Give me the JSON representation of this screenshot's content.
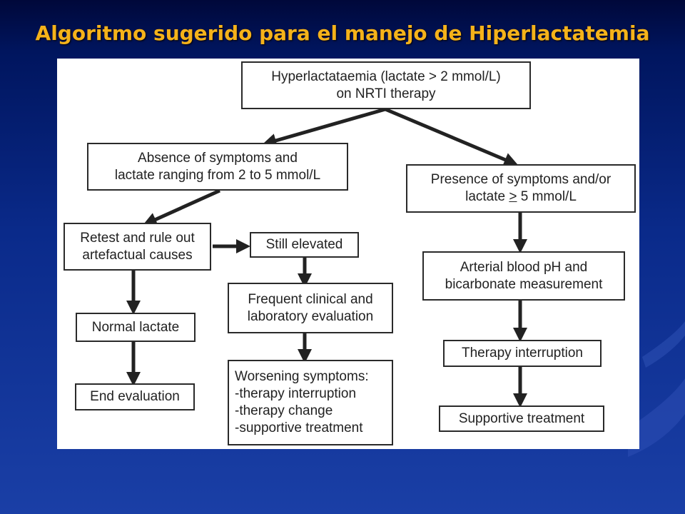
{
  "title": "Algoritmo sugerido para el manejo de Hiperlactatemia",
  "colors": {
    "title": "#f5b21a",
    "background": "#0a2a8a",
    "panel": "#ffffff",
    "border": "#2a2a2a"
  },
  "nodes": {
    "root": {
      "line1": "Hyperlactataemia (lactate > 2 mmol/L)",
      "line2": "on NRTI therapy"
    },
    "absence": {
      "line1": "Absence of symptoms and",
      "line2": "lactate ranging from 2 to 5 mmol/L"
    },
    "presence": {
      "line1": "Presence of symptoms and/or",
      "line2_prefix": "lactate ",
      "line2_sym": ">",
      "line2_suffix": " 5 mmol/L"
    },
    "retest": {
      "line1": "Retest and rule out",
      "line2": "artefactual causes"
    },
    "still": {
      "line1": "Still elevated"
    },
    "frequent": {
      "line1": "Frequent clinical and",
      "line2": "laboratory evaluation"
    },
    "normal": {
      "line1": "Normal lactate"
    },
    "end": {
      "line1": "End evaluation"
    },
    "worsening": {
      "line1": "Worsening symptoms:",
      "line2": "-therapy interruption",
      "line3": "-therapy change",
      "line4": "-supportive treatment"
    },
    "arterial": {
      "line1": "Arterial blood pH and",
      "line2": "bicarbonate measurement"
    },
    "interruption": {
      "line1": "Therapy interruption"
    },
    "supportive": {
      "line1": "Supportive treatment"
    }
  }
}
